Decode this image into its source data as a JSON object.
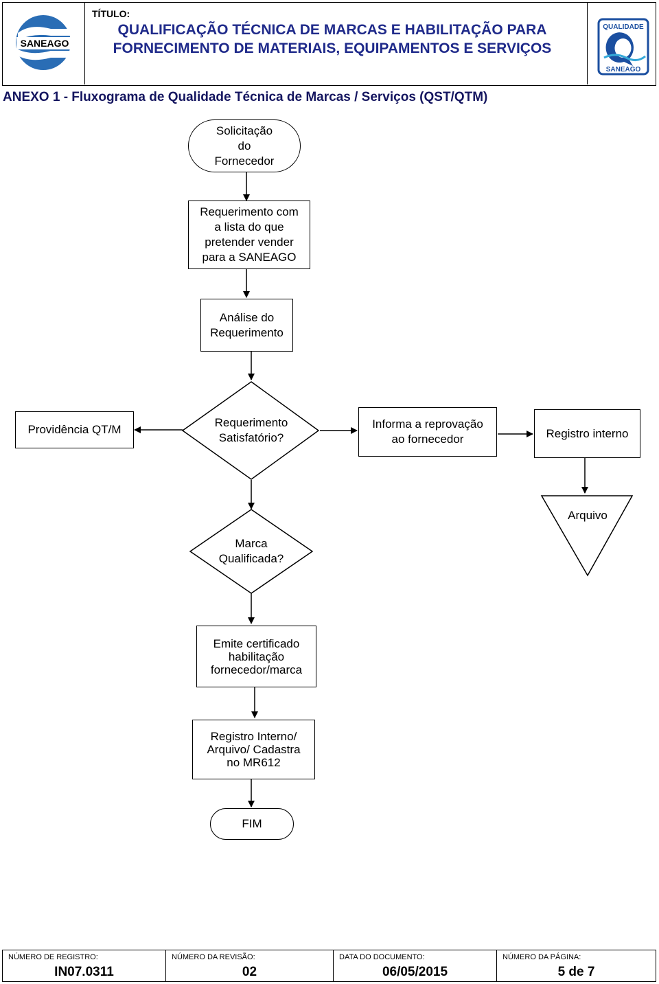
{
  "header": {
    "title_label": "TÍTULO:",
    "title_line1": "QUALIFICAÇÃO TÉCNICA DE MARCAS E HABILITAÇÃO PARA",
    "title_line2": "FORNECIMENTO DE MATERIAIS, EQUIPAMENTOS E SERVIÇOS",
    "logo_left_text": "SANEAGO",
    "logo_right_top": "QUALIDADE",
    "logo_right_bottom": "SANEAGO"
  },
  "annex_title": "ANEXO 1 - Fluxograma de Qualidade Técnica de Marcas / Serviços (QST/QTM)",
  "flow": {
    "solicitacao": [
      "Solicitação",
      "do",
      "Fornecedor"
    ],
    "requerimento": [
      "Requerimento com",
      "a lista do que",
      "pretender vender",
      "para a SANEAGO"
    ],
    "analise": [
      "Análise do",
      "Requerimento"
    ],
    "providencia": "Providência QT/M",
    "satisfatorio": [
      "Requerimento",
      "Satisfatório?"
    ],
    "informa": [
      "Informa a reprovação",
      "ao fornecedor"
    ],
    "registro_interno": "Registro interno",
    "arquivo": "Arquivo",
    "marca": [
      "Marca",
      "Qualificada?"
    ],
    "emite": [
      "Emite certificado",
      "habilitação",
      "fornecedor/marca"
    ],
    "registro_final": [
      "Registro Interno/",
      "Arquivo/ Cadastra",
      "no MR612"
    ],
    "fim": "FIM"
  },
  "footer": {
    "registro_label": "NÚMERO DE REGISTRO:",
    "registro_value": "IN07.0311",
    "revisao_label": "NÚMERO DA REVISÃO:",
    "revisao_value": "02",
    "data_label": "DATA DO DOCUMENTO:",
    "data_value": "06/05/2015",
    "pagina_label": "NÚMERO DA PÁGINA:",
    "pagina_value": "5 de 7"
  },
  "colors": {
    "title": "#1f2a8a",
    "logo_blue": "#1b4fa0",
    "annex": "#14155f"
  }
}
